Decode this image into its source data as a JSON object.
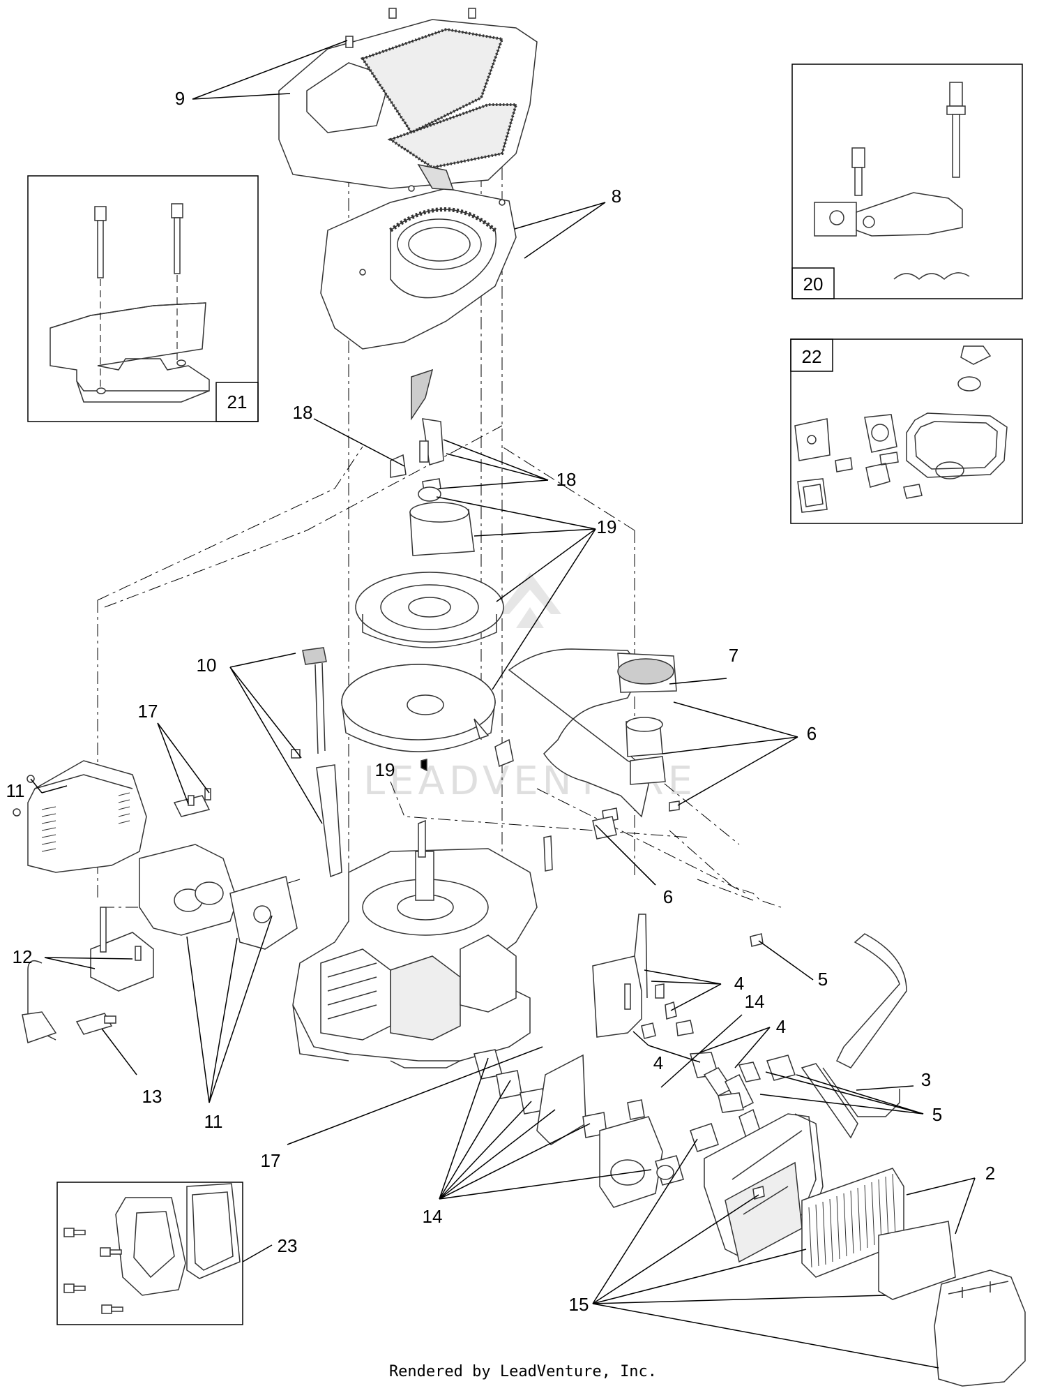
{
  "callouts": {
    "c9": "9",
    "c8": "8",
    "c21": "21",
    "c20": "20",
    "c22": "22",
    "c18a": "18",
    "c18b": "18",
    "c19a": "19",
    "c19b": "19",
    "c10": "10",
    "c7": "7",
    "c6a": "6",
    "c6b": "6",
    "c11a": "11",
    "c11b": "11",
    "c17a": "17",
    "c17b": "17",
    "c12": "12",
    "c13": "13",
    "c4a": "4",
    "c4b": "4",
    "c4c": "4",
    "c5a": "5",
    "c5b": "5",
    "c14a": "14",
    "c14b": "14",
    "c3": "3",
    "c2": "2",
    "c23": "23",
    "c15": "15"
  },
  "watermark": "LEADVENTURE",
  "footer": "Rendered by LeadVenture, Inc.",
  "colors": {
    "line": "#000000",
    "part": "#333333",
    "watermark": "#d2d2d2"
  }
}
